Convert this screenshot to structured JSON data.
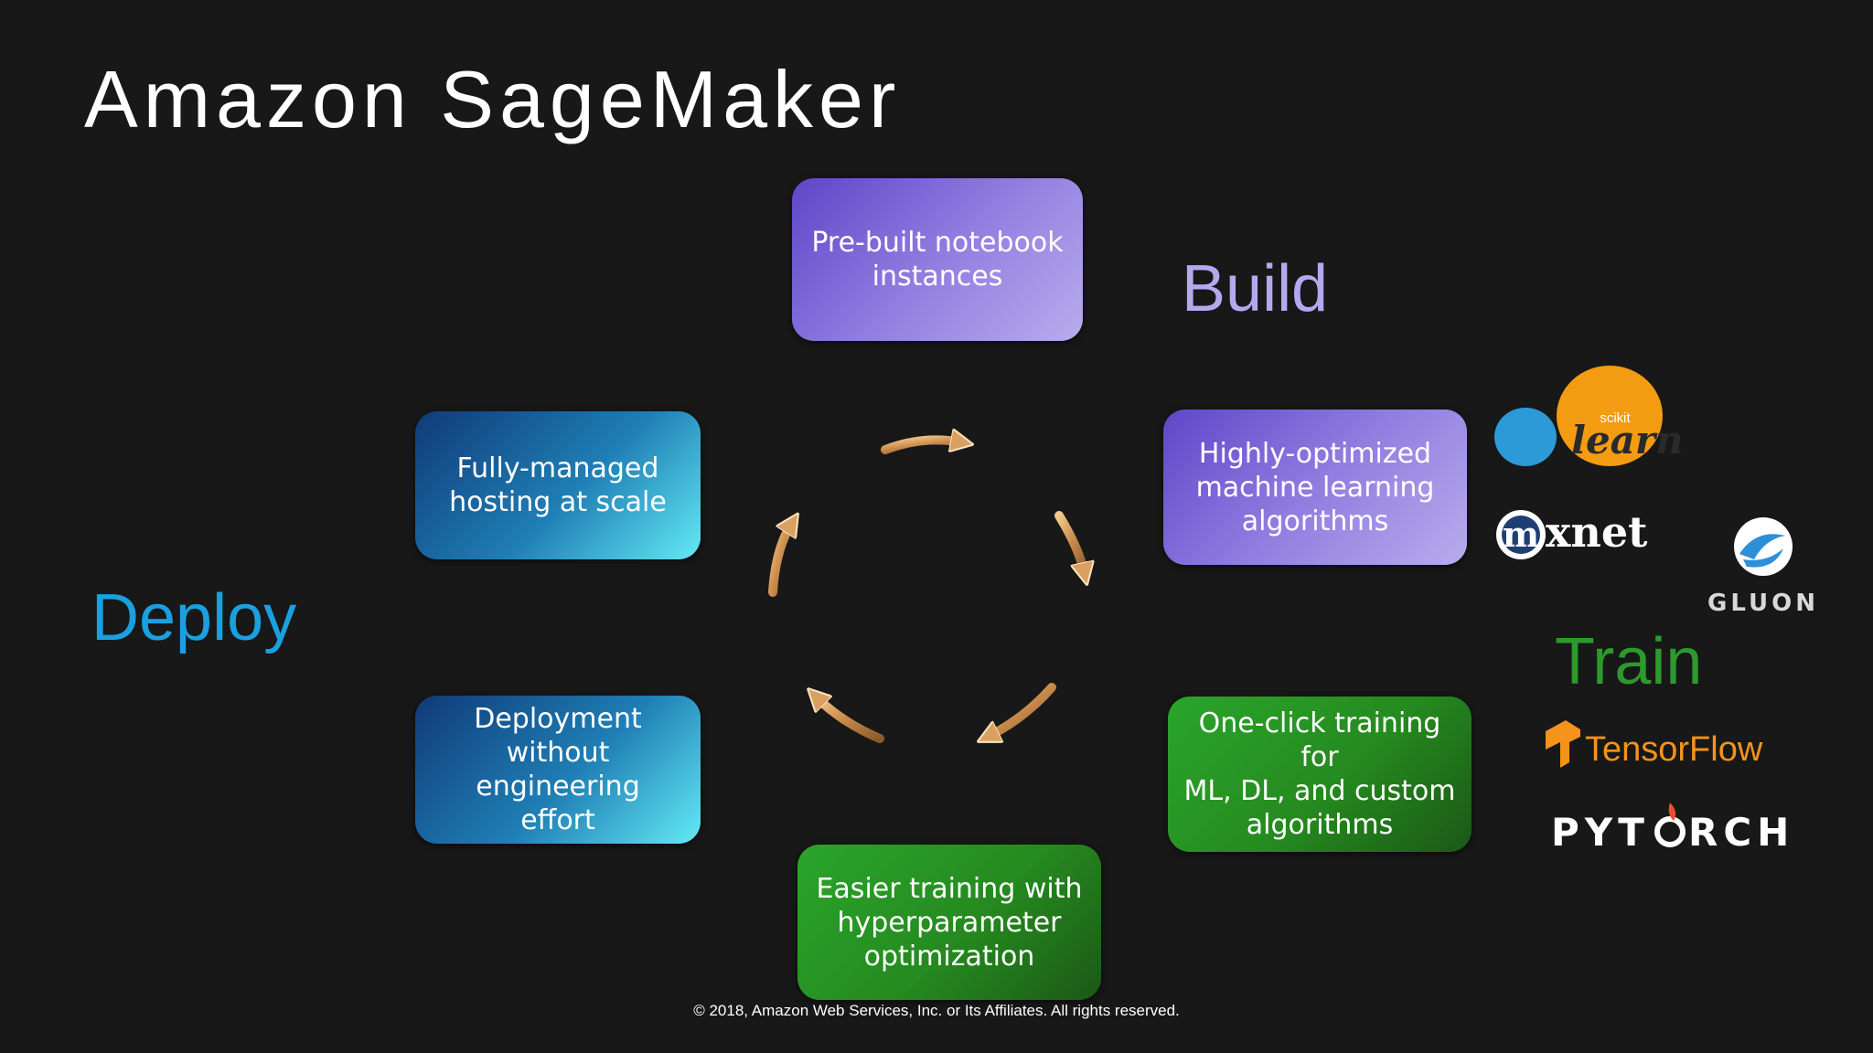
{
  "title": "Amazon SageMaker",
  "phases": {
    "build": {
      "label": "Build",
      "color": "#b5a8ef"
    },
    "deploy": {
      "label": "Deploy",
      "color": "#1aa0e0"
    },
    "train": {
      "label": "Train",
      "color": "#2c9a2c"
    }
  },
  "boxes": {
    "notebook": "Pre-built notebook\ninstances",
    "algorithms": "Highly-optimized\nmachine learning\nalgorithms",
    "training": "One-click training for\nML, DL, and custom\nalgorithms",
    "hyperparameter": "Easier training with\nhyperparameter\noptimization",
    "deployment": "Deployment\nwithout engineering\neffort",
    "hosting": "Fully-managed\nhosting at scale"
  },
  "logos": {
    "scikit_small": "scikit",
    "scikit_learn": "learn",
    "mxnet": "xnet",
    "mxnet_m": "m",
    "gluon": "GLUON",
    "tensorflow": "TensorFlow",
    "pytorch_left": "PYT",
    "pytorch_right": "RCH"
  },
  "copyright": "© 2018, Amazon Web Services, Inc. or Its Affiliates. All rights reserved.",
  "icons": [
    "cycle-arrow-icon",
    "scikit-learn-logo",
    "mxnet-logo",
    "gluon-logo",
    "tensorflow-logo",
    "pytorch-logo"
  ]
}
